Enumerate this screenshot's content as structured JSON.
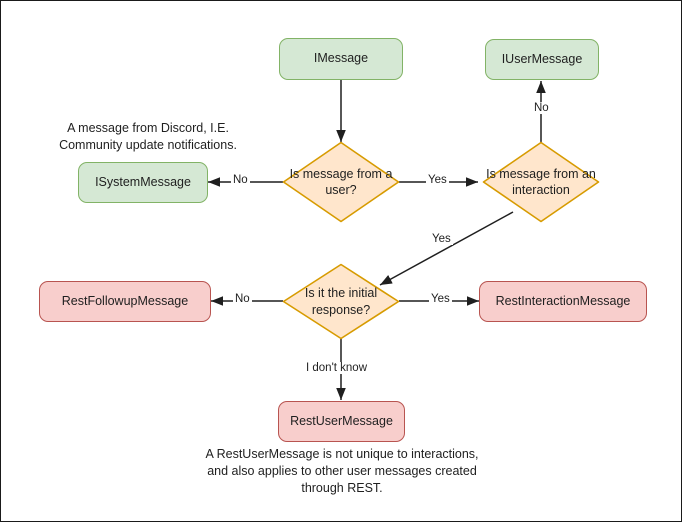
{
  "diagram": {
    "title": "Discord message type decision flowchart",
    "colors": {
      "green_fill": "#d5e8d4",
      "green_stroke": "#82b366",
      "pink_fill": "#f8cecc",
      "pink_stroke": "#b85450",
      "diamond_fill": "#ffe6cc",
      "diamond_stroke": "#d79b00",
      "edge_stroke": "#1f1f1f",
      "frame_stroke": "#1a1a1a",
      "background": "#ffffff"
    },
    "nodes": [
      {
        "id": "imessage",
        "label": "IMessage",
        "shape": "rounded-rect",
        "style": "green"
      },
      {
        "id": "iusermessage",
        "label": "IUserMessage",
        "shape": "rounded-rect",
        "style": "green"
      },
      {
        "id": "isystemmessage",
        "label": "ISystemMessage",
        "shape": "rounded-rect",
        "style": "green"
      },
      {
        "id": "restfollowupmessage",
        "label": "RestFollowupMessage",
        "shape": "rounded-rect",
        "style": "pink"
      },
      {
        "id": "restinteractionmessage",
        "label": "RestInteractionMessage",
        "shape": "rounded-rect",
        "style": "pink"
      },
      {
        "id": "restusermessage",
        "label": "RestUserMessage",
        "shape": "rounded-rect",
        "style": "pink"
      },
      {
        "id": "decision-user",
        "label": "Is message from a user?",
        "shape": "diamond",
        "style": "orange"
      },
      {
        "id": "decision-interaction",
        "label": "Is message from an interaction",
        "shape": "diamond",
        "style": "orange"
      },
      {
        "id": "decision-initial",
        "label": "Is it the initial response?",
        "shape": "diamond",
        "style": "orange"
      }
    ],
    "edges": [
      {
        "from": "imessage",
        "to": "decision-user",
        "label": ""
      },
      {
        "from": "decision-user",
        "to": "isystemmessage",
        "label": "No"
      },
      {
        "from": "decision-user",
        "to": "decision-interaction",
        "label": "Yes"
      },
      {
        "from": "decision-interaction",
        "to": "iusermessage",
        "label": "No"
      },
      {
        "from": "decision-interaction",
        "to": "decision-initial",
        "label": "Yes"
      },
      {
        "from": "decision-initial",
        "to": "restfollowupmessage",
        "label": "No"
      },
      {
        "from": "decision-initial",
        "to": "restinteractionmessage",
        "label": "Yes"
      },
      {
        "from": "decision-initial",
        "to": "restusermessage",
        "label": "I don't know"
      }
    ],
    "annotations": [
      {
        "id": "system-message-note",
        "text": "A message from Discord, I.E.\nCommunity update notifications."
      },
      {
        "id": "rest-user-message-note",
        "text": "A RestUserMessage is not unique to interactions,\nand also applies to other user messages created\nthrough REST."
      }
    ],
    "edge_labels": {
      "user_no": "No",
      "user_yes": "Yes",
      "interaction_no": "No",
      "interaction_yes": "Yes",
      "initial_no": "No",
      "initial_yes": "Yes",
      "initial_unknown": "I don't know"
    }
  }
}
